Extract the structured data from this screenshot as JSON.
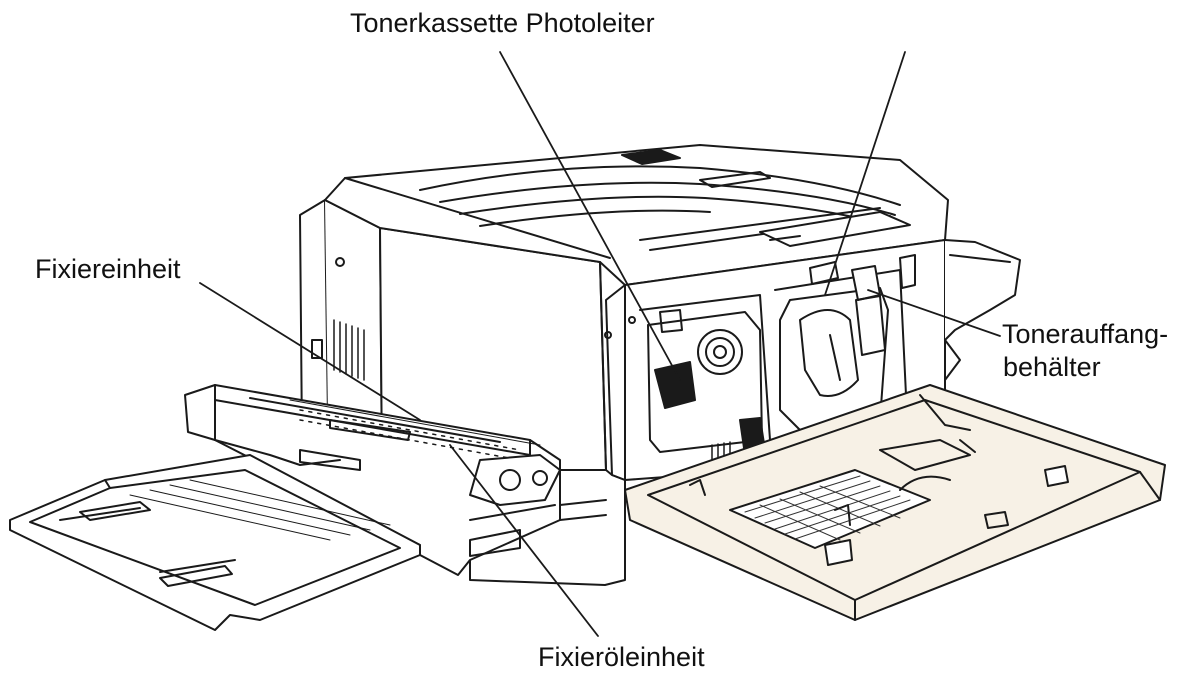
{
  "labels": {
    "top": "Tonerkassette Photoleiter",
    "fixing_unit": "Fixiereinheit",
    "waste_toner_line1": "Tonerauffang-",
    "waste_toner_line2": "behälter",
    "fuser_oil_unit": "Fixieröleinheit"
  },
  "colors": {
    "line": "#1a1a1a",
    "tray_fill": "#f7f1e6",
    "body_fill": "#ffffff"
  }
}
